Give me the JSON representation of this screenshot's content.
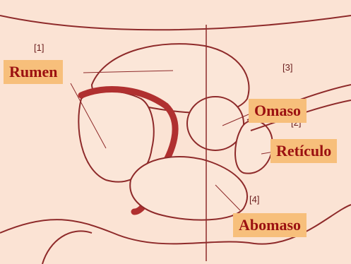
{
  "numbers": {
    "n1": "[1]",
    "n2": "[2]",
    "n3": "[3]",
    "n4": "[4]"
  },
  "labels": {
    "rumen": "Rumen",
    "omaso": "Omaso",
    "reticulo": "Retículo",
    "abomaso": "Abomaso"
  },
  "colors": {
    "background": "#fbe3d4",
    "line": "#8e2a2a",
    "label_bg": "#f7bf7b",
    "label_text": "#9b1111"
  }
}
